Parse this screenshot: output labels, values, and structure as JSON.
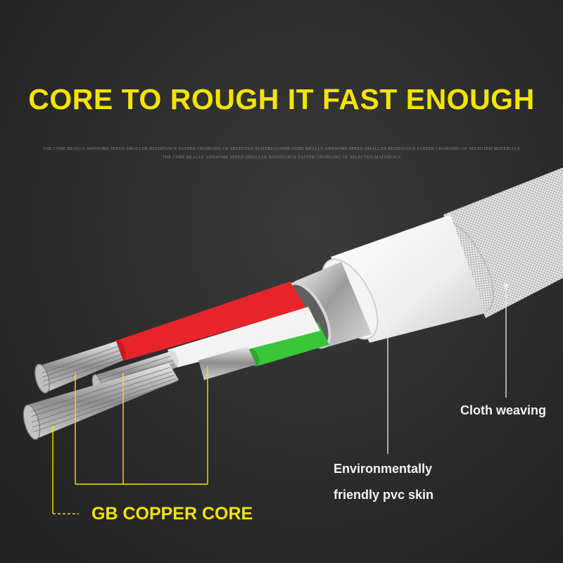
{
  "headline": "CORE TO ROUGH IT FAST ENOUGH",
  "subtext_line1": "THE CORE REALLY AWESOME SPEED SMALLER RESISTANCE FASTER CHARGING OF SELECTED MATERIALSTHE CORE REALLY AWESOME SPEED SMALLER RESISTANCE FASTER CHARGING OF SELECTED MATERIALS",
  "subtext_line2": "THE CORE REALLY AWESOME SPEED SMALLER RESISTANCE FASTER CHARGING OF SELECTED MATERIALS",
  "labels": {
    "cloth": "Cloth weaving",
    "pvc_line1": "Environmentally",
    "pvc_line2": "friendly pvc skin",
    "copper": "GB COPPER CORE"
  },
  "colors": {
    "accent_yellow": "#f4e400",
    "wire_red": "#e8242b",
    "wire_green": "#39c63a",
    "wire_white": "#f3f3f3"
  }
}
